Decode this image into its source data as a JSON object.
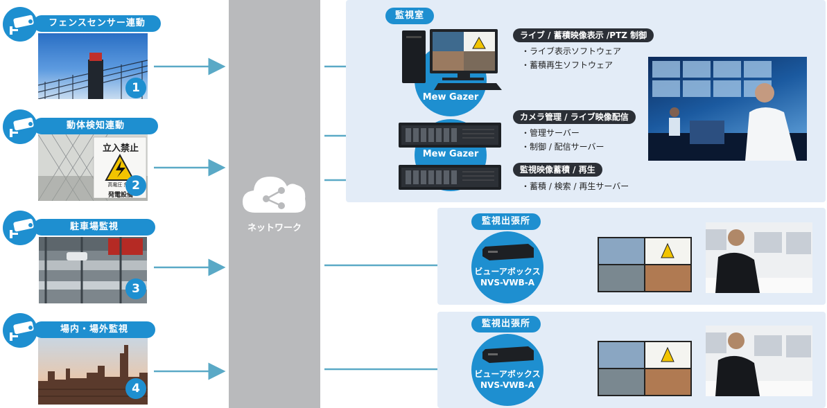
{
  "cameras": [
    {
      "label": "フェンスセンサー連動",
      "number": "1"
    },
    {
      "label": "動体検知連動",
      "number": "2"
    },
    {
      "label": "駐車場監視",
      "number": "3"
    },
    {
      "label": "場内・場外監視",
      "number": "4"
    }
  ],
  "network": {
    "label": "ネットワーク"
  },
  "monitor_room": {
    "title": "監視室",
    "mewgazer_1": "Mew Gazer",
    "mewgazer_2": "Mew Gazer",
    "section_1": {
      "title": "ライブ / 蓄積映像表示 /PTZ 制御",
      "items": [
        "・ライブ表示ソフトウェア",
        "・蓄積再生ソフトウェア"
      ]
    },
    "section_2": {
      "title": "カメラ管理 / ライブ映像配信",
      "items": [
        "・管理サーバー",
        "・制御 / 配信サーバー"
      ]
    },
    "section_3": {
      "title": "監視映像蓄積 / 再生",
      "items": [
        "・蓄積 / 検索 / 再生サーバー"
      ]
    }
  },
  "branch_offices": [
    {
      "title": "監視出張所",
      "device_line1": "ビューアボックス",
      "device_line2": "NVS-VWB-A"
    },
    {
      "title": "監視出張所",
      "device_line1": "ビューアボックス",
      "device_line2": "NVS-VWB-A"
    }
  ],
  "signs": {
    "text": "立入禁止",
    "sub1": "高電圧 危険",
    "sub2": "発電設備"
  },
  "colors": {
    "accent": "#1e8fd0",
    "arrow": "#5aa9c6",
    "red_arrow": "#c0202a",
    "panel": "#e3ecf7",
    "network": "#b9babc"
  }
}
